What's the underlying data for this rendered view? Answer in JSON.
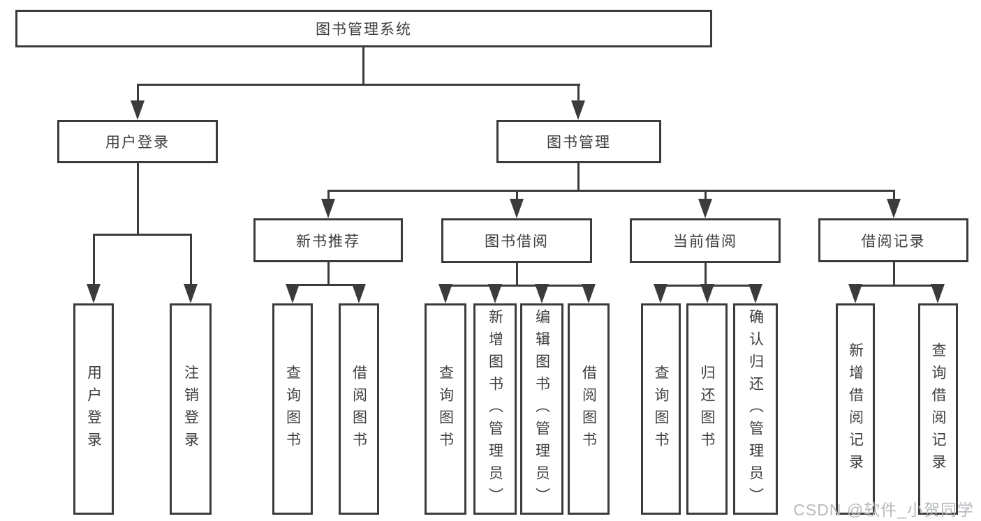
{
  "diagram": {
    "root": {
      "label": "图书管理系统"
    },
    "branches": [
      {
        "label": "用户登录",
        "children": [
          {
            "label": "用户登录"
          },
          {
            "label": "注销登录"
          }
        ]
      },
      {
        "label": "图书管理",
        "children": [
          {
            "label": "新书推荐",
            "children": [
              {
                "label": "查询图书"
              },
              {
                "label": "借阅图书"
              }
            ]
          },
          {
            "label": "图书借阅",
            "children": [
              {
                "label": "查询图书"
              },
              {
                "label": "新增图书（管理员）"
              },
              {
                "label": "编辑图书（管理员）"
              },
              {
                "label": "借阅图书"
              }
            ]
          },
          {
            "label": "当前借阅",
            "children": [
              {
                "label": "查询图书"
              },
              {
                "label": "归还图书"
              },
              {
                "label": "确认归还（管理员）"
              }
            ]
          },
          {
            "label": "借阅记录",
            "children": [
              {
                "label": "新增借阅记录"
              },
              {
                "label": "查询借阅记录"
              }
            ]
          }
        ]
      }
    ],
    "colors": {
      "line": "#3b3b3b",
      "text": "#3f3f3f",
      "background": "#ffffff",
      "watermark": "#b7babd"
    },
    "watermark": {
      "text": "CSDN @软件_小贺同学"
    }
  }
}
